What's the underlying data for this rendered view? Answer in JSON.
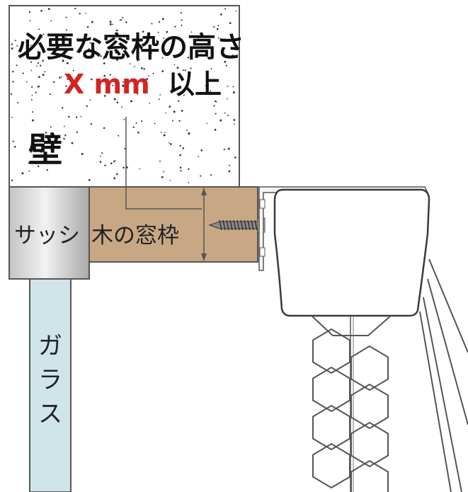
{
  "heading": {
    "line1": "必要な窓枠の高さ",
    "x_value": "X mm",
    "suffix": "以上"
  },
  "labels": {
    "wall": "壁",
    "sash": "サッシ",
    "wood_frame": "木の窓枠",
    "glass_chars": [
      "ガ",
      "ラ",
      "ス"
    ]
  },
  "colors": {
    "accent_red": "#d42323",
    "wood": "#c8a884",
    "glass": "#cfe5ea",
    "sash_light": "#e8e8e8",
    "sash_dark": "#b4b4b4",
    "stroke": "#555555"
  }
}
